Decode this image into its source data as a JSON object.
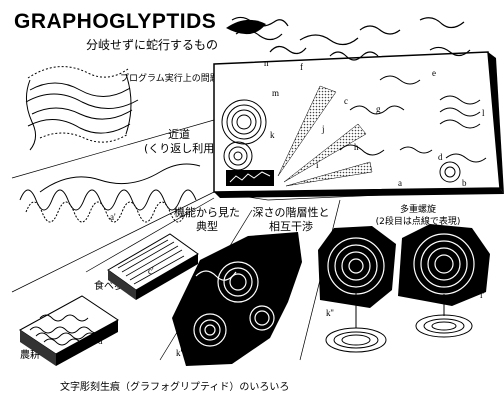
{
  "title": "GRAPHOGLYPTIDS",
  "subtitle": "分岐せずに蛇行するもの",
  "labels": {
    "program": "プログラム実行上の問題",
    "kinbo_1": "近道",
    "kinbo_2": "(くり返し利用)",
    "kino_1": "機能から見た",
    "kino_2": "典型",
    "fukasa_1": "深さの階層性と",
    "fukasa_2": "相互干渉",
    "tajuu_1": "多重螺旋",
    "tajuu_2": "(2段目は点線で表現)",
    "tabearuki": "食べ歩き",
    "nouko": "農耕",
    "caption": "文字彫刻生痕（グラフォグリプティド）のいろいろ"
  },
  "figure_letters": [
    "a'",
    "c'",
    "d'",
    "k'",
    "k''",
    "l'",
    "a",
    "b",
    "c",
    "d",
    "e",
    "f",
    "g",
    "h",
    "i",
    "j",
    "k",
    "l",
    "m",
    "n"
  ]
}
